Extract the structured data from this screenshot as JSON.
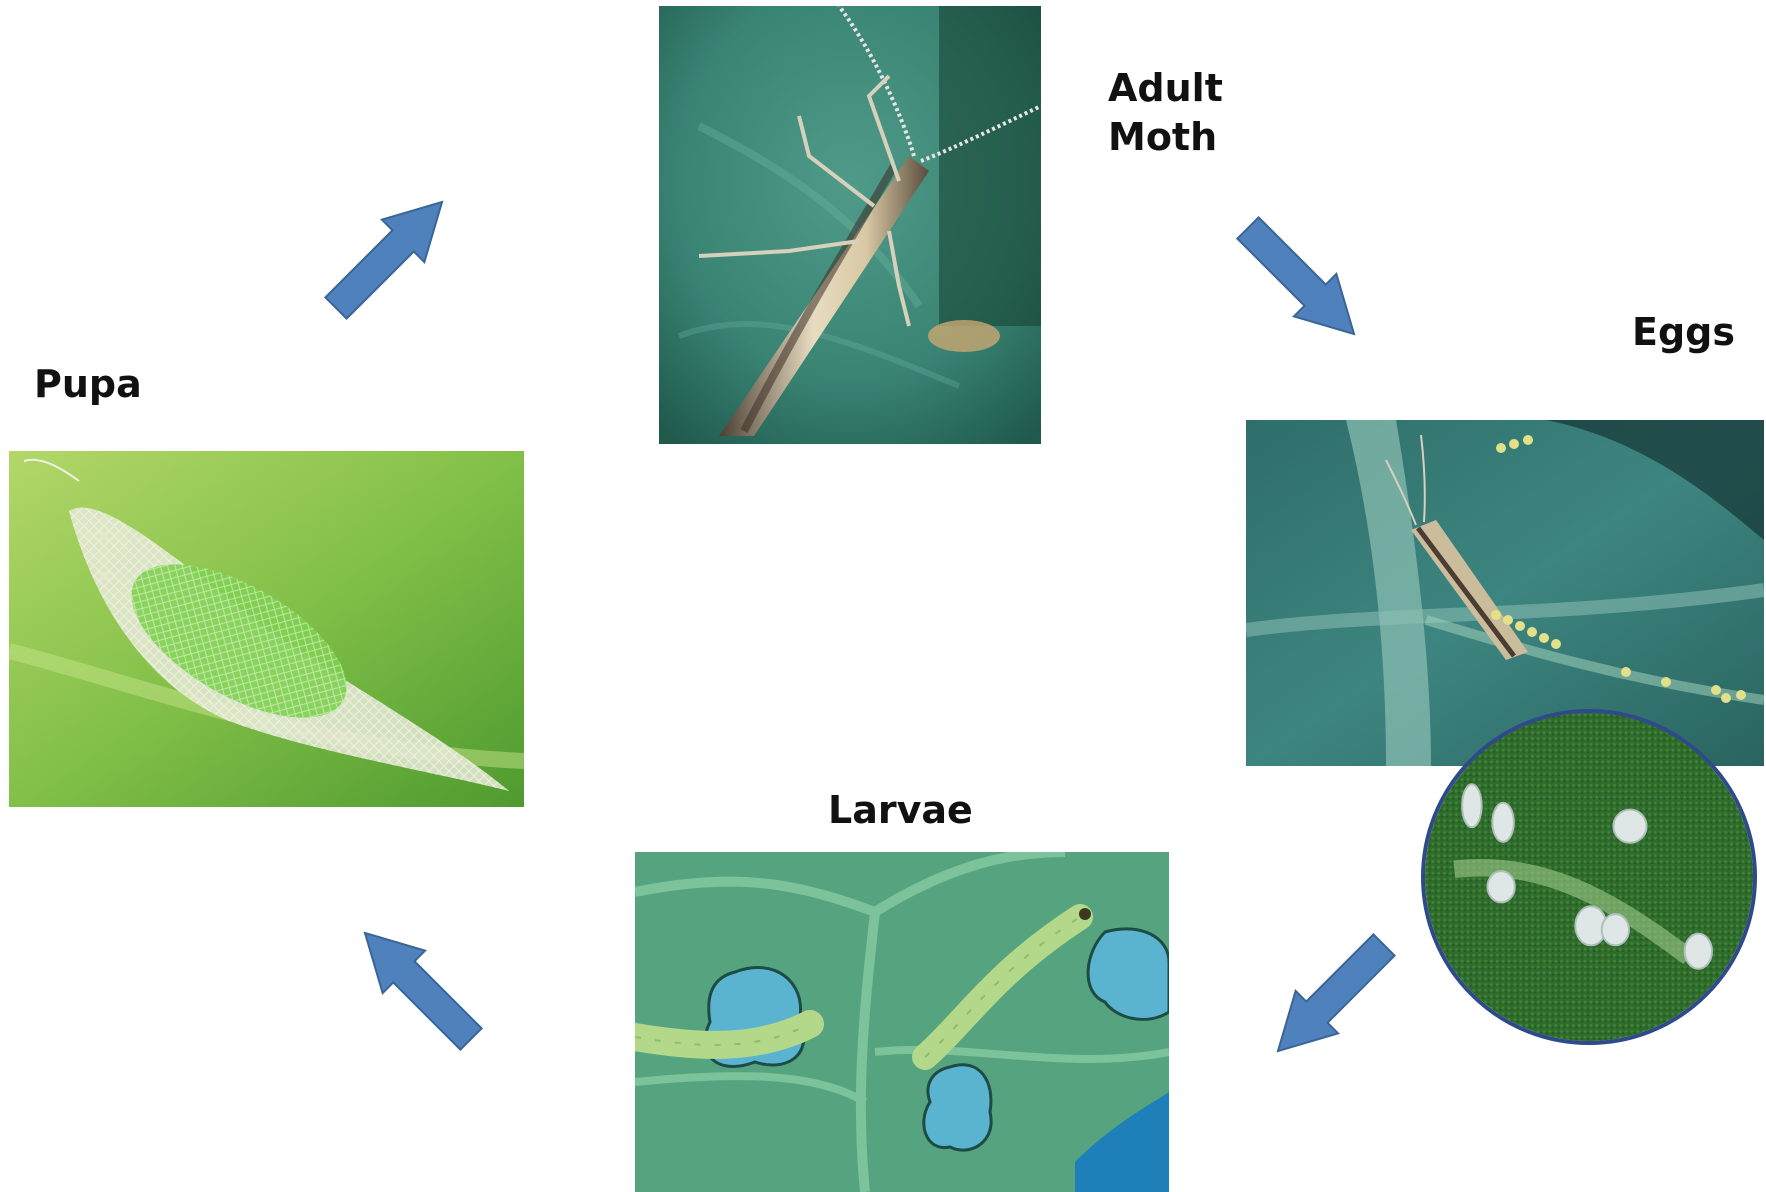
{
  "stages": {
    "adult": {
      "line1": "Adult",
      "line2": "Moth",
      "icon": "adult-moth-photo"
    },
    "eggs": {
      "label": "Eggs",
      "icon": "eggs-on-leaf-photo",
      "inset_icon": "eggs-closeup-photo"
    },
    "larvae": {
      "label": "Larvae",
      "icon": "larvae-on-leaf-photo"
    },
    "pupa": {
      "label": "Pupa",
      "icon": "pupa-cocoon-photo"
    }
  },
  "arrows": [
    "arrow-icon",
    "arrow-icon",
    "arrow-icon",
    "arrow-icon"
  ],
  "colors": {
    "arrow_fill": "#4f81bd",
    "arrow_stroke": "#3a6596",
    "inset_border": "#2f4a8a",
    "label_text": "#111111"
  }
}
